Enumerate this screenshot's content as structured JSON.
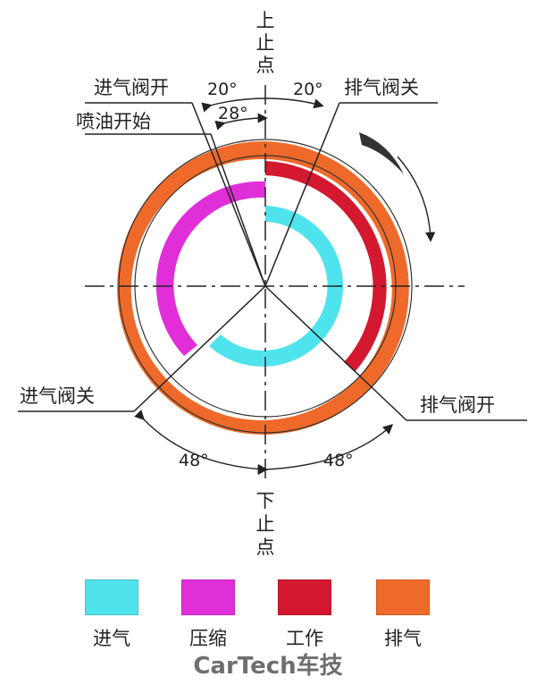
{
  "labels": {
    "tdc": "上止点",
    "bdc": "下止点",
    "intake_open": "进气阀开",
    "injection_start": "喷油开始",
    "exhaust_close": "排气阀关",
    "intake_close": "进气阀关",
    "exhaust_open": "排气阀开"
  },
  "angles": {
    "intake_open": "20°",
    "exhaust_close": "20°",
    "injection": "28°",
    "intake_close": "48°",
    "exhaust_open": "48°"
  },
  "legend": [
    {
      "label": "进气",
      "color": "#4fe3ee"
    },
    {
      "label": "压缩",
      "color": "#e02fd8"
    },
    {
      "label": "工作",
      "color": "#d3182f"
    },
    {
      "label": "排气",
      "color": "#ef6a2a"
    }
  ],
  "brand": "CarTech车技"
}
